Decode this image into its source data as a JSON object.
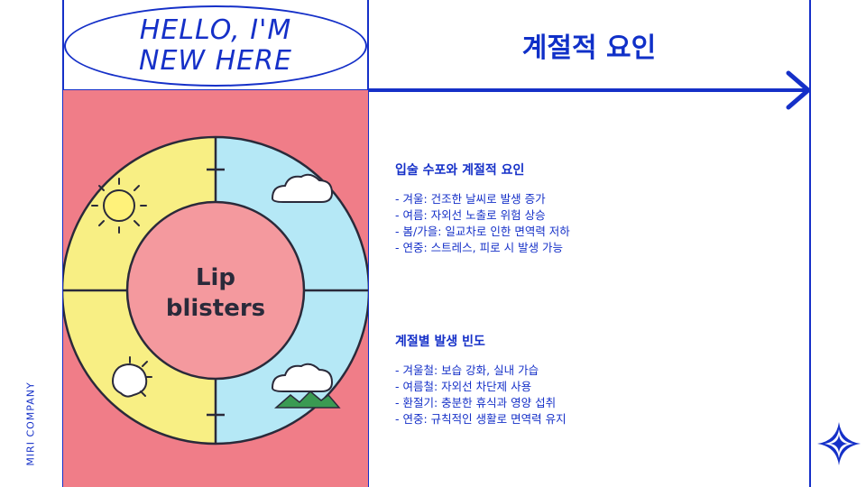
{
  "brand": "MIRI COMPANY",
  "hello": {
    "line1": "HELLO, I'M",
    "line2": "NEW HERE"
  },
  "page_title": "계절적 요인",
  "illustration": {
    "line1": "Lip",
    "line2": "blisters",
    "colors": {
      "panel": "#f07d88",
      "warm": "#f8ef84",
      "cool": "#b5e8f6",
      "center": "#f4999e",
      "outline": "#2a2a3a"
    }
  },
  "sections": [
    {
      "title": "입술 수포와 계절적 요인",
      "items": [
        "- 겨울: 건조한 날씨로 발생 증가",
        "- 여름: 자외선 노출로 위험 상승",
        "- 봄/가을: 일교차로 인한 면역력 저하",
        "- 연중: 스트레스, 피로 시 발생 가능"
      ]
    },
    {
      "title": "계절별 발생 빈도",
      "items": [
        "- 겨울철: 보습 강화, 실내 가습",
        "- 여름철: 자외선 차단제 사용",
        "- 환절기: 충분한 휴식과 영양 섭취",
        "- 연중: 규칙적인 생활로 면역력 유지"
      ]
    }
  ],
  "colors": {
    "accent": "#1530c8"
  },
  "icons": [
    "sun-icon",
    "cloud-icon",
    "snowflake-icon",
    "cloud-mountain-icon",
    "arrow-right-icon",
    "sparkle-icon"
  ]
}
